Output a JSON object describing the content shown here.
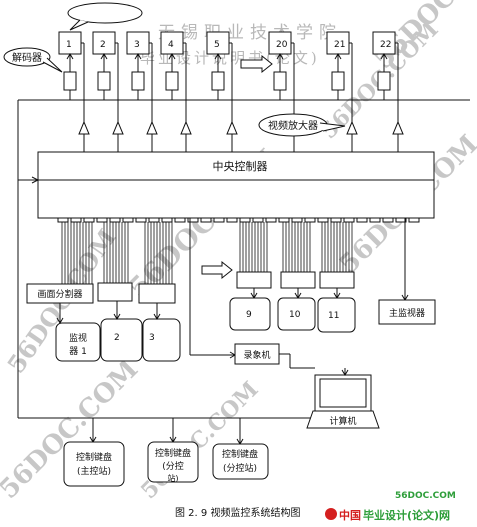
{
  "header_text": {
    "line1": "无锡职业技术学院",
    "line2": "毕业设计说明书(论文)"
  },
  "watermark": "56DOC.COM",
  "cameras": [
    "1",
    "2",
    "3",
    "4",
    "5",
    "20",
    "21",
    "22"
  ],
  "labels": {
    "decoder": "解码器",
    "video_amplifier": "视频放大器",
    "central_controller": "中央控制器",
    "screen_splitter": "画面分割器",
    "monitor_1": "监视器 1",
    "monitor_2": "2",
    "monitor_3": "3",
    "monitor_9": "9",
    "monitor_10": "10",
    "monitor_11": "11",
    "main_monitor": "主监视器",
    "recorder": "录象机",
    "computer": "计算机",
    "keyboard_main_line1": "控制键盘",
    "keyboard_main_line2": "(主控站)",
    "keyboard_sub1_line1": "控制键盘",
    "keyboard_sub1_line2": "(分控",
    "keyboard_sub1_line3": "站)",
    "keyboard_sub2_line1": "控制键盘",
    "keyboard_sub2_line2": "(分控站)"
  },
  "caption": "图 2. 9    视频监控系统结构图",
  "footer_brand": {
    "site": "56DOC.COM",
    "logo_cn": "中国毕业设计(论文)网",
    "logo_prefix": "中国",
    "logo_main": "毕业设计(论文)网"
  },
  "colors": {
    "line": "#111111",
    "watermark": "#c8c8c8",
    "brand_red": "#d41f1f",
    "brand_green": "#2e9e3a"
  }
}
